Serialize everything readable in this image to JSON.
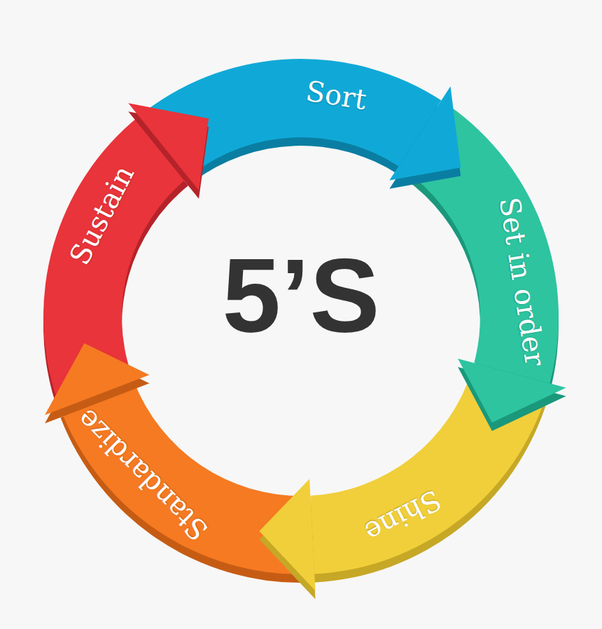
{
  "diagram": {
    "nodes": [
      {
        "text": [
          "Sort"
        ]
      },
      {
        "text": [
          "Set in order"
        ]
      },
      {
        "text": [
          "Shine"
        ]
      },
      {
        "text": [
          "Standardize"
        ]
      },
      {
        "text": [
          "Sustain"
        ]
      }
    ],
    "labels": [
      "5’S"
    ]
  }
}
